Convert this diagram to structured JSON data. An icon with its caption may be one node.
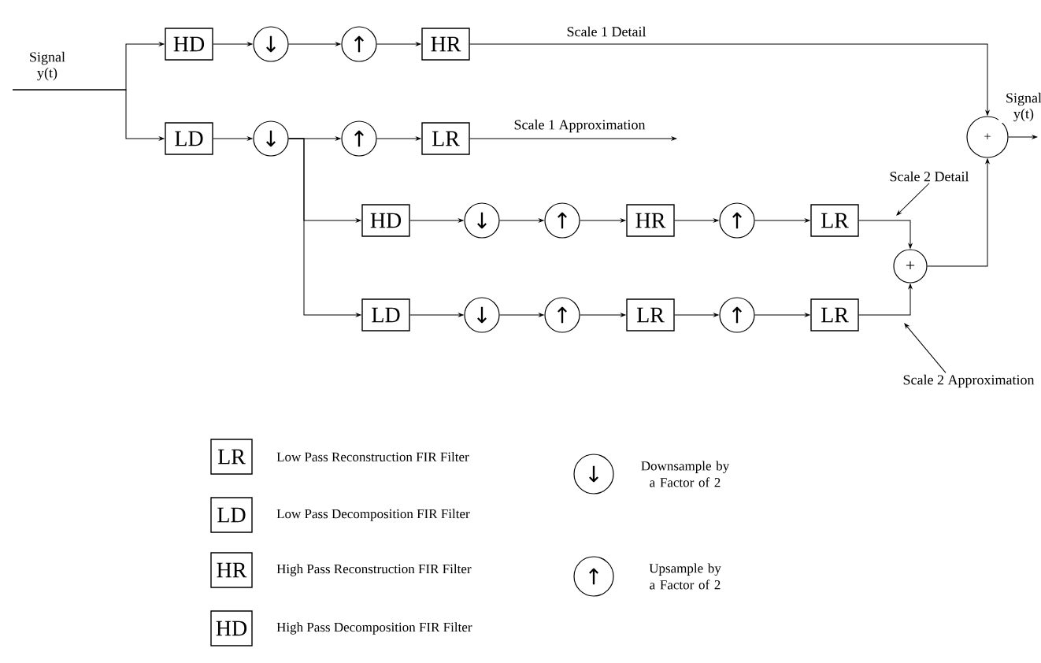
{
  "diagram": {
    "nodes": [
      {
        "text": [
          "HD"
        ]
      },
      {
        "text": [
          "↓"
        ]
      },
      {
        "text": [
          "↑"
        ]
      },
      {
        "text": [
          "HR"
        ]
      },
      {
        "text": [
          "LD"
        ]
      },
      {
        "text": [
          "↓"
        ]
      },
      {
        "text": [
          "↑"
        ]
      },
      {
        "text": [
          "LR"
        ]
      },
      {
        "text": [
          "HD"
        ]
      },
      {
        "text": [
          "↓"
        ]
      },
      {
        "text": [
          "↑"
        ]
      },
      {
        "text": [
          "HR"
        ]
      },
      {
        "text": [
          "↑"
        ]
      },
      {
        "text": [
          "LR"
        ]
      },
      {
        "text": [
          "LD"
        ]
      },
      {
        "text": [
          "↓"
        ]
      },
      {
        "text": [
          "↑"
        ]
      },
      {
        "text": [
          "LR"
        ]
      },
      {
        "text": [
          "↑"
        ]
      },
      {
        "text": [
          "LR"
        ]
      },
      {
        "text": [
          "+"
        ]
      },
      {
        "text": [
          "+"
        ]
      },
      {
        "text": [
          "Scale 2 Detail"
        ]
      },
      {
        "text": [
          "Scale 2 Approximation"
        ]
      },
      {
        "text": [
          "LR"
        ],
        "beside": [
          "Low Pass Reconstruction FIR Filter"
        ]
      },
      {
        "text": [
          "LD"
        ],
        "beside": [
          "Low Pass Decomposition FIR Filter"
        ]
      },
      {
        "text": [
          "HR"
        ],
        "beside": [
          "High Pass Reconstruction FIR Filter"
        ]
      },
      {
        "text": [
          "HD"
        ],
        "beside": [
          "High Pass Decomposition FIR Filter"
        ]
      },
      {
        "text": [
          "↓"
        ],
        "beside": [
          "Downsample by a Factor of 2"
        ]
      },
      {
        "text": [
          "↑"
        ],
        "beside": [
          "Upsample by a Factor of 2"
        ]
      }
    ],
    "edges": [
      {
        "from": null,
        "to": 0,
        "arrow": "to",
        "label": "Signal y(t)"
      },
      {
        "from": null,
        "to": 4,
        "arrow": "to"
      },
      {
        "from": 0,
        "to": 1,
        "arrow": "to"
      },
      {
        "from": 1,
        "to": 2,
        "arrow": "to"
      },
      {
        "from": 2,
        "to": 3,
        "arrow": "to"
      },
      {
        "from": 3,
        "to": 21,
        "arrow": "to",
        "label": "Scale 1 Detail"
      },
      {
        "from": 4,
        "to": 5,
        "arrow": "to"
      },
      {
        "from": 5,
        "to": 6,
        "arrow": "to"
      },
      {
        "from": 6,
        "to": 7,
        "arrow": "to"
      },
      {
        "from": 7,
        "to": null,
        "arrow": "to",
        "label": "Scale 1 Approximation"
      },
      {
        "from": 5,
        "to": 8,
        "arrow": "to"
      },
      {
        "from": 5,
        "to": 14,
        "arrow": "to"
      },
      {
        "from": 8,
        "to": 9,
        "arrow": "to"
      },
      {
        "from": 9,
        "to": 10,
        "arrow": "to"
      },
      {
        "from": 10,
        "to": 11,
        "arrow": "to"
      },
      {
        "from": 11,
        "to": 12,
        "arrow": "to"
      },
      {
        "from": 12,
        "to": 13,
        "arrow": "to"
      },
      {
        "from": 14,
        "to": 15,
        "arrow": "to"
      },
      {
        "from": 15,
        "to": 16,
        "arrow": "to"
      },
      {
        "from": 16,
        "to": 17,
        "arrow": "to"
      },
      {
        "from": 17,
        "to": 18,
        "arrow": "to"
      },
      {
        "from": 18,
        "to": 19,
        "arrow": "to"
      },
      {
        "from": 13,
        "to": 20,
        "arrow": "to"
      },
      {
        "from": 19,
        "to": 20,
        "arrow": "to"
      },
      {
        "from": 20,
        "to": 21,
        "arrow": "to"
      },
      {
        "from": 21,
        "to": null,
        "arrow": "to",
        "label": "Signal y(t)"
      },
      {
        "from": 22,
        "to": null,
        "arrow": "to"
      },
      {
        "from": 23,
        "to": null,
        "arrow": "to"
      }
    ]
  }
}
